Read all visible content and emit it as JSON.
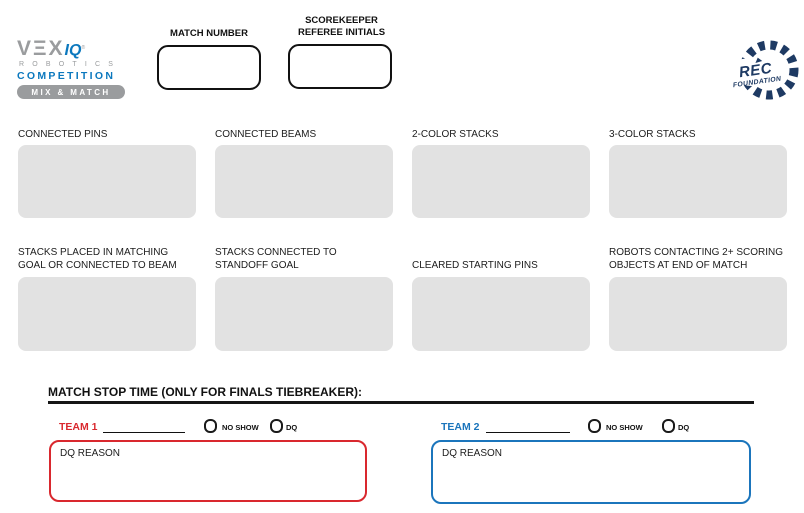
{
  "header": {
    "vex_logo": {
      "v": "V",
      "e": "Ξ",
      "x": "X",
      "iq": "IQ",
      "reg": "®",
      "robotics": "ROBOTICS",
      "competition": "COMPETITION",
      "season": "MIX & MATCH"
    },
    "match_number_label": "MATCH NUMBER",
    "scorekeeper_label": "SCOREKEEPER\nREFEREE INITIALS",
    "rec_logo": {
      "name": "REC",
      "sub": "FOUNDATION"
    }
  },
  "scoring": {
    "row1": [
      {
        "label": "CONNECTED PINS"
      },
      {
        "label": "CONNECTED BEAMS"
      },
      {
        "label": "2-COLOR STACKS"
      },
      {
        "label": "3-COLOR STACKS"
      }
    ],
    "row2": [
      {
        "label": "STACKS PLACED IN MATCHING\nGOAL OR CONNECTED TO BEAM"
      },
      {
        "label": "STACKS CONNECTED TO\nSTANDOFF GOAL"
      },
      {
        "label": "CLEARED STARTING PINS"
      },
      {
        "label": "ROBOTS CONTACTING 2+ SCORING\nOBJECTS AT END OF MATCH"
      }
    ]
  },
  "tiebreaker": {
    "heading": "MATCH STOP TIME (ONLY FOR FINALS TIEBREAKER):"
  },
  "teams": [
    {
      "label": "TEAM 1",
      "no_show_label": "NO SHOW",
      "dq_label": "DQ",
      "dq_reason_label": "DQ REASON",
      "accent": "#D9282E"
    },
    {
      "label": "TEAM 2",
      "no_show_label": "NO SHOW",
      "dq_label": "DQ",
      "dq_reason_label": "DQ REASON",
      "accent": "#1B75BC"
    }
  ],
  "colors": {
    "vex_gray": "#9A9C9E",
    "vex_blue": "#0B78BE",
    "rec_navy": "#1E3A63",
    "score_box_gray": "#E2E2E2",
    "team1_red": "#D9282E",
    "team2_blue": "#1B75BC",
    "ink_black": "#161616"
  }
}
